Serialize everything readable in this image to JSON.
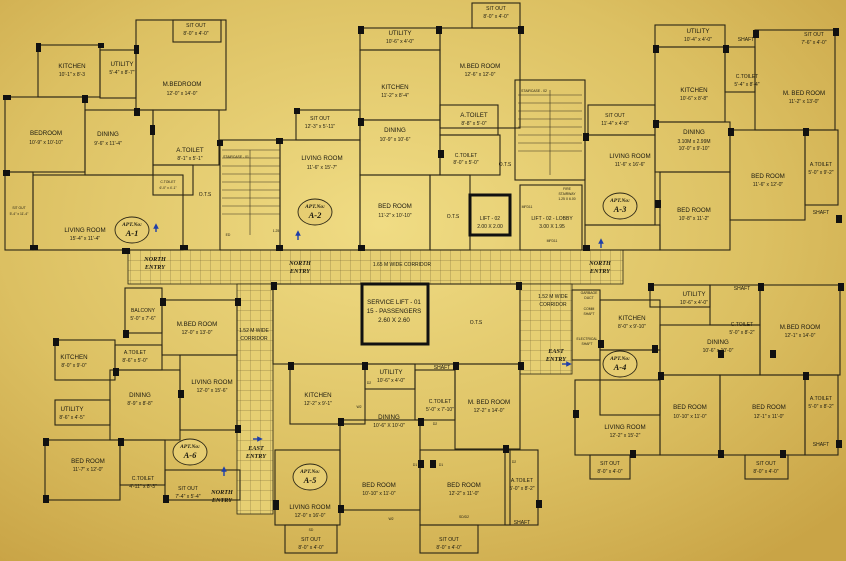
{
  "colors": {
    "background": "#d9b955",
    "wall": "#2b2615",
    "column": "#111111",
    "text": "#1c1a10"
  },
  "labels": {
    "a1_sitout_top": "SIT OUT",
    "a1_sitout_top_dim": "8'-0\" x 4'-0\"",
    "a1_kitchen": "KITCHEN",
    "a1_kitchen_dim": "10'-1\" x 8'-3",
    "a1_utility": "UTILITY",
    "a1_utility_dim": "5'-4\" x 8'-7\"",
    "a1_mbed": "M.BEDROOM",
    "a1_mbed_dim": "12'-0\" x 14'-0\"",
    "a1_bed": "BEDROOM",
    "a1_bed_dim": "10'-9\" x 10'-10\"",
    "a1_dining": "DINING",
    "a1_dining_dim": "9'-6\" x 11'-4\"",
    "a1_atoilet": "A.TOILET",
    "a1_atoilet_dim": "8'-1\" x 5'-1\"",
    "a1_ctoilet": "C.TOILET",
    "a1_ctoilet_dim": "6'-0\" x 4'-1\"",
    "a1_ots": "O.T.S",
    "a1_sitout_left": "SIT OUT",
    "a1_sitout_left_dim": "5'-4\" x 11'-4\"",
    "a1_living": "LIVING ROOM",
    "a1_living_dim": "15'-4\" x 11'-4\"",
    "a1_apt": "APT.No:",
    "a1_aptnum": "A-1",
    "a2_sitout": "SIT OUT",
    "a2_sitout_dim": "8'-0\" x 4'-0\"",
    "a2_utility": "UTILITY",
    "a2_utility_dim": "10'-6\" x 4'-0\"",
    "a2_mbed": "M.BED ROOM",
    "a2_mbed_dim": "12'-6\" x 12'-0\"",
    "a2_kitchen": "KITCHEN",
    "a2_kitchen_dim": "11'-2\" x 8'-4\"",
    "a2_sitout2": "SIT OUT",
    "a2_sitout2_dim": "12'-3\" x 5'-11\"",
    "a2_atoilet": "A.TOILET",
    "a2_atoilet_dim": "8'-8\" x 5'-0\"",
    "a2_dining": "DINING",
    "a2_dining_dim": "10'-9\" x 10'-6\"",
    "a2_living": "LIVING ROOM",
    "a2_living_dim": "11'-6\" x 15'-7\"",
    "a2_ctoilet": "C.TOILET",
    "a2_ctoilet_dim": "8'-0\" x 5'-0\"",
    "a2_ots": "O.T.S",
    "a2_bed": "BED ROOM",
    "a2_bed_dim": "11'-2\" x 10'-10\"",
    "a2_ots2": "O.T.S",
    "a2_apt": "APT.No:",
    "a2_aptnum": "A-2",
    "staircase": "STAIRCASE - 01",
    "staircase2": "STAIRCASE - 02",
    "lift": "LIFT - 02",
    "lift_dim": "2.00 X 2.00",
    "lobby": "LIFT - 02 - LOBBY",
    "lobby_dim": "3.00 X 1.95",
    "fire": "FIRE",
    "fire2": "STAIRWAY",
    "fire_dim": "1.25 X 6.00",
    "mfd": "MFD11",
    "mfd2": "MFD11",
    "ed": "ED",
    "dim125": "1.25",
    "a3_utility": "UTILITY",
    "a3_utility_dim": "10'-4\" x 4'-0\"",
    "a3_shaft": "SHAFT",
    "a3_sitout": "SIT OUT",
    "a3_sitout_dim": "7'-6\" x 4'-0\"",
    "a3_kitchen": "KITCHEN",
    "a3_kitchen_dim": "10'-6\" x 8'-8\"",
    "a3_ctoilet": "C.TOILET",
    "a3_ctoilet_dim": "5'-4\" x 8'-4\"",
    "a3_mbed": "M. BED ROOM",
    "a3_mbed_dim": "11'-2\" x 13'-0\"",
    "a3_sitout2": "SIT OUT",
    "a3_sitout2_dim": "11'-4\" x 4'-8\"",
    "a3_dining": "DINING",
    "a3_dining_dim": "3.10M x 2.99M",
    "a3_dining_dim2": "10'-0\" x 9'-10\"",
    "a3_living": "LIVING ROOM",
    "a3_living_dim": "11'-6\" x 16'-6\"",
    "a3_atoilet": "A.TOILET",
    "a3_atoilet_dim": "5'-0\" x 9'-2\"",
    "a3_bed": "BED ROOM",
    "a3_bed_dim": "11'-6\" x 12'-0\"",
    "a3_bed2": "BED ROOM",
    "a3_bed2_dim": "10'-8\" x 11'-2\"",
    "a3_shaft2": "SHAFT",
    "a3_apt": "APT.No:",
    "a3_aptnum": "A-3",
    "north_entry": "NORTH",
    "north_entry2": "ENTRY",
    "corridor": "1.65 M WIDE CORRIDOR",
    "service_lift": "SERVICE LIFT - 01",
    "service_lift2": "15 - PASSENGERS",
    "service_lift_dim": "2.60 X 2.60",
    "ots_c": "O.T.S",
    "corr_left": "1.52 M WIDE",
    "corr_left2": "CORRIDOR",
    "corr_right": "1.52 M WIDE",
    "corr_right2": "CORRIDOR",
    "garbage": "GARBAGE",
    "garbage2": "DUCT",
    "comm": "COMM",
    "comm2": "SHAFT",
    "elec": "ELECTRICAL",
    "elec2": "SHAFT",
    "a4_utility": "UTILITY",
    "a4_utility_dim": "10'-6\" x 4'-0\"",
    "a4_shaft": "SHAFT",
    "a4_kitchen": "KITCHEN",
    "a4_kitchen_dim": "8'-0\" x 9'-10\"",
    "a4_ctoilet": "C.TOILET",
    "a4_ctoilet_dim": "5'-0\" x 8'-2\"",
    "a4_mbed": "M.BED ROOM",
    "a4_mbed_dim": "12'-1\" x 14'-0\"",
    "a4_dining": "DINING",
    "a4_dining_dim": "10'-6\" x 10'-0\"",
    "a4_bed": "BED ROOM",
    "a4_bed_dim": "10'-10\" x 11'-0\"",
    "a4_bed2": "BED ROOM",
    "a4_bed2_dim": "12'-1\" x 11'-0\"",
    "a4_atoilet": "A.TOILET",
    "a4_atoilet_dim": "5'-0\" x 8'-2\"",
    "a4_living": "LIVING ROOM",
    "a4_living_dim": "12'-2\" x 15'-2\"",
    "a4_shaft2": "SHAFT",
    "a4_sitout": "SIT OUT",
    "a4_sitout_dim": "8'-0\" x 4'-0\"",
    "a4_sitout2": "SIT OUT",
    "a4_sitout2_dim": "8'-0\" x 4'-0\"",
    "a4_apt": "APT.No:",
    "a4_aptnum": "A-4",
    "east_entry": "EAST",
    "east_entry2": "ENTRY",
    "a6_balcony": "BALCONY",
    "a6_balcony_dim": "5'-0\" x 7'-6\"",
    "a6_mbed": "M.BED ROOM",
    "a6_mbed_dim": "12'-0\" x 13'-0\"",
    "a6_kitchen": "KITCHEN",
    "a6_kitchen_dim": "8'-0\" x 9'-0\"",
    "a6_atoilet": "A.TOILET",
    "a6_atoilet_dim": "8'-6\" x 5'-0\"",
    "a6_living": "LIVING ROOM",
    "a6_living_dim": "12'-0\" x 15'-6\"",
    "a6_dining": "DINING",
    "a6_dining_dim": "8'-9\" x 8'-8\"",
    "a6_utility": "UTILITY",
    "a6_utility_dim": "8'-6\" x 4'-5\"",
    "a6_bed": "BED ROOM",
    "a6_bed_dim": "11'-7\" x 12'-0\"",
    "a6_ctoilet": "C.TOILET",
    "a6_ctoilet_dim": "4'-11\" x 8'-3\"",
    "a6_sitout": "SIT OUT",
    "a6_sitout_dim": "7'-4\" x 5'-4\"",
    "a6_apt": "APT.No:",
    "a6_aptnum": "A-6",
    "a5_kitchen": "KITCHEN",
    "a5_kitchen_dim": "12'-2\" x 9'-1\"",
    "a5_utility": "UTILITY",
    "a5_utility_dim": "10'-6\" x 4'-0\"",
    "a5_shaft": "SHAFT",
    "a5_ctoilet": "C.TOILET",
    "a5_ctoilet_dim": "5'-0\" x 7'-10\"",
    "a5_mbed": "M. BED ROOM",
    "a5_mbed_dim": "12'-2\" x 14'-0\"",
    "a5_dining": "DINING",
    "a5_dining_dim": "10'-6\" X 10'-0\"",
    "a5_bed": "BED ROOM",
    "a5_bed_dim": "10'-10\" x 11'-0\"",
    "a5_bed2": "BED ROOM",
    "a5_bed2_dim": "12'-2\" x 11'-0\"",
    "a5_atoilet": "A.TOILET",
    "a5_atoilet_dim": "5'-0\" x 8'-2\"",
    "a5_living": "LIVING ROOM",
    "a5_living_dim": "12'-0\" x 16'-0\"",
    "a5_shaft2": "SHAFT",
    "a5_sitout": "SIT OUT",
    "a5_sitout_dim": "8'-0\" x 4'-0\"",
    "a5_sitout2": "SIT OUT",
    "a5_sitout2_dim": "8'-0\" x 4'-0\"",
    "a5_apt": "APT.No:",
    "a5_aptnum": "A-5",
    "w2": "W2",
    "w2b": "W2",
    "d1": "D1",
    "d1b": "D1",
    "d2": "D2",
    "d2b": "D2",
    "d2c": "D2",
    "sd": "SD",
    "sd2": "SD/D2"
  }
}
